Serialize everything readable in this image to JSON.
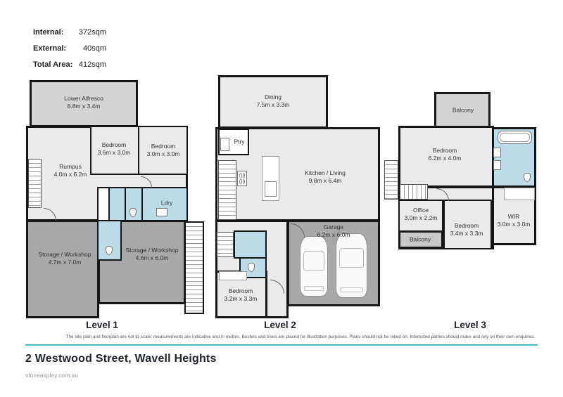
{
  "header": {
    "internal_label": "Internal:",
    "internal_value": "372sqm",
    "external_label": "External:",
    "external_value": "40sqm",
    "total_label": "Total Area:",
    "total_value": "412sqm"
  },
  "levels": {
    "level1": {
      "label": "Level 1",
      "rooms": {
        "lower_alfresco": {
          "name": "Lower Alfresco",
          "dims": "8.8m x 3.4m"
        },
        "rumpus": {
          "name": "Rumpus",
          "dims": "4.0m x 6.2m"
        },
        "bedroom1": {
          "name": "Bedroom",
          "dims": "3.6m x 3.0m"
        },
        "bedroom2": {
          "name": "Bedroom",
          "dims": "3.0m x 3.0m"
        },
        "ldry": {
          "name": "Ldry"
        },
        "storage1": {
          "name": "Storage / Workshop",
          "dims": "4.7m x 7.0m"
        },
        "storage2": {
          "name": "Storage / Workshop",
          "dims": "4.6m x 6.0m"
        }
      }
    },
    "level2": {
      "label": "Level 2",
      "rooms": {
        "dining": {
          "name": "Dining",
          "dims": "7.5m x 3.3m"
        },
        "ptry": {
          "name": "Ptry"
        },
        "kitchen_living": {
          "name": "Kitchen / Living",
          "dims": "9.8m x 6.4m"
        },
        "garage": {
          "name": "Garage",
          "dims": "6.2m x 6.0m"
        },
        "bedroom": {
          "name": "Bedroom",
          "dims": "3.2m x 3.3m"
        }
      }
    },
    "level3": {
      "label": "Level 3",
      "rooms": {
        "balcony_top": {
          "name": "Balcony"
        },
        "bedroom_main": {
          "name": "Bedroom",
          "dims": "6.2m x 4.0m"
        },
        "office": {
          "name": "Office",
          "dims": "3.0m x 2.2m"
        },
        "balcony_small": {
          "name": "Balcony"
        },
        "bedroom_small": {
          "name": "Bedroom",
          "dims": "3.4m x 3.3m"
        },
        "wir": {
          "name": "WIR",
          "dims": "3.0m x 3.0m"
        }
      }
    }
  },
  "footer": {
    "disclaimer": "The site plan and floorplan are not to scale; measurements are indicative and in metres. Bushes and trees are placed for illustration purposes. Plans should not be relied on. Interested parties should make and rely on their own enquiries.",
    "address": "2 Westwood Street, Wavell Heights",
    "website": "stoneaspley.com.au"
  },
  "colors": {
    "accent_teal": "#45bfc7",
    "room_fill": "#e9eaeb",
    "outdoor_fill": "#d3d4d5",
    "utility_fill": "#a6a8aa",
    "wet_fill": "#bcdde8",
    "wall": "#161616"
  }
}
